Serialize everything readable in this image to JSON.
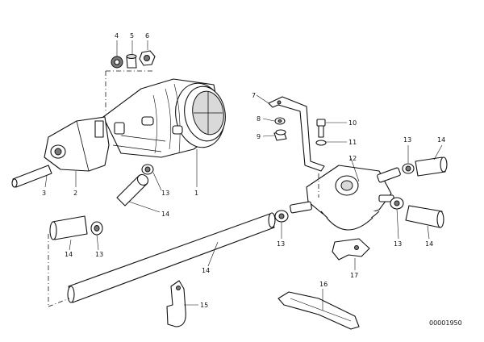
{
  "callouts": {
    "c4": "4",
    "c5": "5",
    "c6": "6",
    "c7": "7",
    "c8": "8",
    "c9": "9",
    "c10": "10",
    "c11": "11",
    "c12": "12",
    "c13a": "13",
    "c14a": "14",
    "c1": "1",
    "c2": "2",
    "c3": "3",
    "c13b": "13",
    "c14b": "14",
    "c13c": "13",
    "c14c": "14",
    "c14d": "14",
    "c13d": "13",
    "c13e": "13",
    "c14e": "14",
    "c17": "17",
    "c15": "15",
    "c16": "16"
  },
  "reference_number": "00001950"
}
